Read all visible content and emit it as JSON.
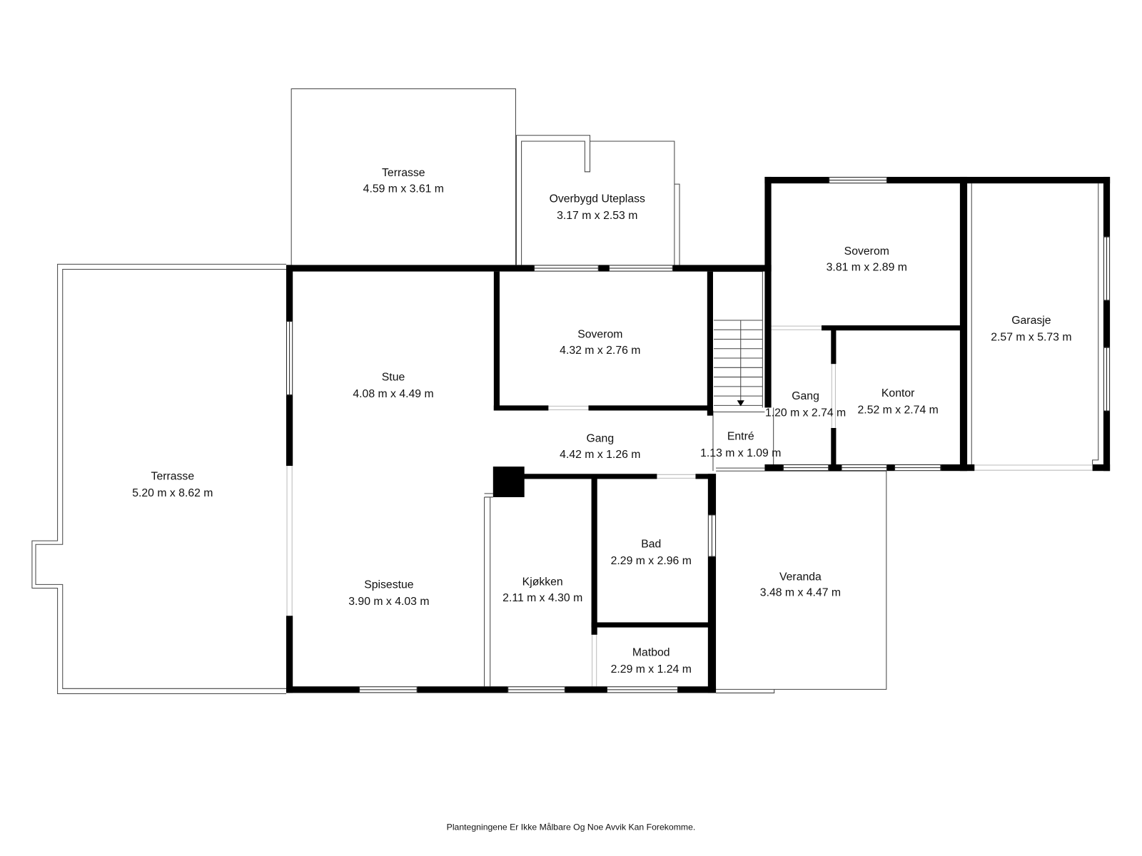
{
  "plan": {
    "wall_color": "#000000",
    "line_color": "#444444",
    "opening_color": "#bbbbbb",
    "window_fill": "#ffffff",
    "background": "#ffffff"
  },
  "rooms": [
    {
      "name": "Terrasse",
      "size": "4.59 m x 3.61 m"
    },
    {
      "name": "Overbygd Uteplass",
      "size": "3.17 m x 2.53 m"
    },
    {
      "name": "Soverom",
      "size": "3.81 m x 2.89 m"
    },
    {
      "name": "Garasje",
      "size": "2.57 m x 5.73 m"
    },
    {
      "name": "Soverom",
      "size": "4.32 m x 2.76 m"
    },
    {
      "name": "Stue",
      "size": "4.08 m x 4.49 m"
    },
    {
      "name": "Gang",
      "size": "1.20 m x 2.74 m"
    },
    {
      "name": "Kontor",
      "size": "2.52 m x 2.74 m"
    },
    {
      "name": "Entré",
      "size": "1.13 m x 1.09 m"
    },
    {
      "name": "Gang",
      "size": "4.42 m x 1.26 m"
    },
    {
      "name": "Terrasse",
      "size": "5.20 m x 8.62 m"
    },
    {
      "name": "Bad",
      "size": "2.29 m x 2.96 m"
    },
    {
      "name": "Veranda",
      "size": "3.48 m x 4.47 m"
    },
    {
      "name": "Spisestue",
      "size": "3.90 m x 4.03 m"
    },
    {
      "name": "Kjøkken",
      "size": "2.11 m x 4.30 m"
    },
    {
      "name": "Matbod",
      "size": "2.29 m x 1.24 m"
    }
  ],
  "footer": {
    "disclaimer": "Plantegningene Er Ikke Målbare Og Noe Avvik Kan Forekomme."
  }
}
